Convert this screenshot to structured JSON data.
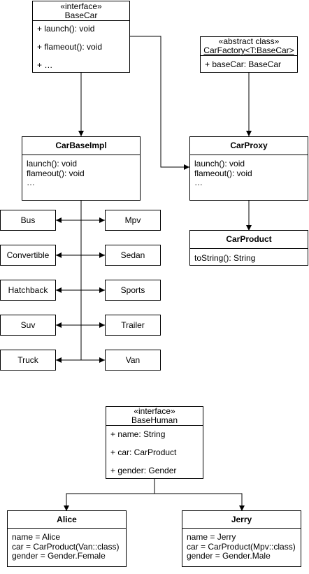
{
  "base_car": {
    "stereotype": "«interface»",
    "name": "BaseCar",
    "members": [
      "+ launch(): void",
      "+ flameout(): void",
      "+ …"
    ]
  },
  "car_factory": {
    "stereotype": "«abstract class»",
    "name": "CarFactory<T:BaseCar>",
    "members": [
      "+ baseCar: BaseCar"
    ]
  },
  "car_base_impl": {
    "name": "CarBaseImpl",
    "body": "launch(): void\nflameout(): void\n…"
  },
  "car_proxy": {
    "name": "CarProxy",
    "body": "launch(): void\nflameout(): void\n…"
  },
  "car_product": {
    "name": "CarProduct",
    "body": "toString(): String"
  },
  "car_types_left": [
    "Bus",
    "Convertible",
    "Hatchback",
    "Suv",
    "Truck"
  ],
  "car_types_right": [
    "Mpv",
    "Sedan",
    "Sports",
    "Trailer",
    "Van"
  ],
  "base_human": {
    "stereotype": "«interface»",
    "name": "BaseHuman",
    "members": [
      "+ name: String",
      "+ car: CarProduct",
      "+ gender: Gender"
    ]
  },
  "alice": {
    "name": "Alice",
    "body": "name = Alice\ncar = CarProduct(Van::class)\ngender = Gender.Female"
  },
  "jerry": {
    "name": "Jerry",
    "body": "name = Jerry\ncar = CarProduct(Mpv::class)\ngender = Gender.Male"
  }
}
